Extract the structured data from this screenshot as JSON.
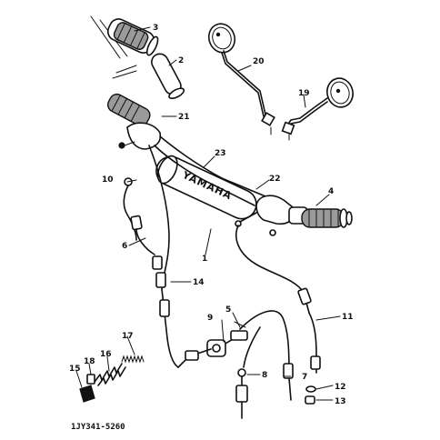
{
  "brand_text": "YAMAHA",
  "drawing_code": "1JY341-5260",
  "callouts": {
    "c1": "1",
    "c2": "2",
    "c3": "3",
    "c4": "4",
    "c5": "5",
    "c6": "6",
    "c7": "7",
    "c8": "8",
    "c9": "9",
    "c10": "10",
    "c11": "11",
    "c12": "12",
    "c13": "13",
    "c14": "14",
    "c15": "15",
    "c16": "16",
    "c17": "17",
    "c18": "18",
    "c19": "19",
    "c20": "20",
    "c21": "21",
    "c22": "22",
    "c23": "23"
  }
}
